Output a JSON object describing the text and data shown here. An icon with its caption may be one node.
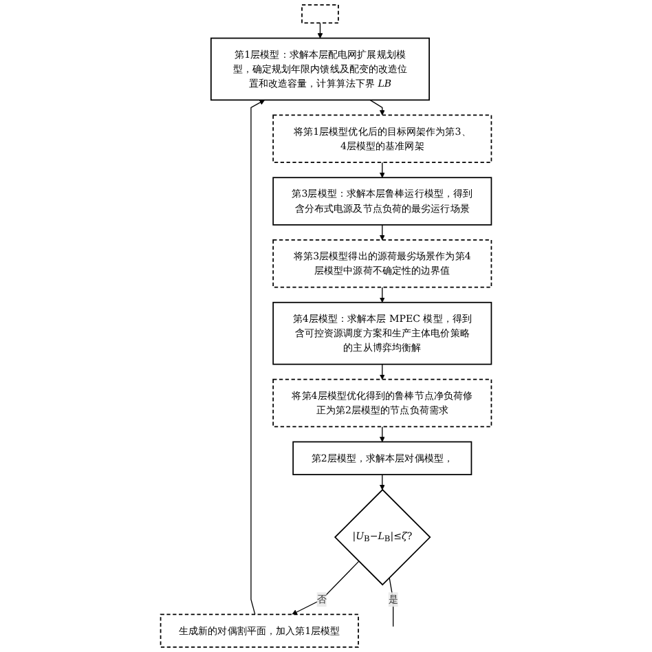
{
  "diagram": {
    "nodes": [
      {
        "text": [],
        "shape": "box"
      },
      {
        "text": [
          "第1层模型：求解本层配电网扩展规划模型，确定规划年限内馈线及配变的改造位置和改造容量，计算算法下界 *LB*"
        ]
      },
      {
        "text": [
          "将第1层模型优化后的目标网架作为第3、4层模型的基准网架"
        ]
      },
      {
        "text": [
          "第3层模型：求解本层鲁棒运行模型，得到含分布式电源及节点负荷的最劣运行场景"
        ]
      },
      {
        "text": [
          "将第3层模型得出的源荷最劣场景作为第4层模型中源荷不确定性的边界值"
        ]
      },
      {
        "text": [
          "第4层模型：求解本层 MPEC 模型，得到含可控资源调度方案和生产主体电价策略的主从博弈均衡解"
        ]
      },
      {
        "text": [
          "将第4层模型优化得到的鲁棒节点净负荷修正为第2层模型的节点负荷需求"
        ]
      },
      {
        "text": [
          "第2层模型，求解本层对偶模型，"
        ]
      },
      {
        "text": [
          "|*U*$_{B}$−*L*$_{B}$|≤*ζ*?"
        ]
      },
      {
        "text": [
          "生成新的对偶割平面，加入第1层模型"
        ]
      }
    ],
    "edges": [
      {
        "from": 0,
        "to": 1,
        "arrow": "to"
      },
      {
        "from": 1,
        "to": 2,
        "arrow": "to"
      },
      {
        "from": 2,
        "to": 3,
        "arrow": "to"
      },
      {
        "from": 3,
        "to": 4,
        "arrow": "to"
      },
      {
        "from": 4,
        "to": 5,
        "arrow": "to"
      },
      {
        "from": 5,
        "to": 6,
        "arrow": "to"
      },
      {
        "from": 6,
        "to": 7,
        "arrow": "to"
      },
      {
        "from": 7,
        "to": 8,
        "arrow": "to"
      },
      {
        "from": 8,
        "to": 9,
        "label": "否",
        "arrow": "to"
      },
      {
        "from": 9,
        "to": 1,
        "arrow": "to"
      },
      {
        "from": 8,
        "to": null,
        "label": "是",
        "arrow": "none"
      }
    ]
  }
}
